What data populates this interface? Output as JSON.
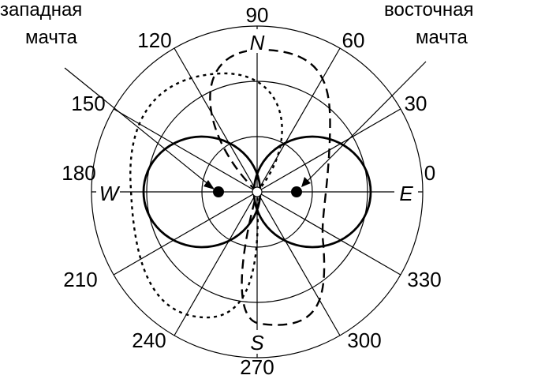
{
  "angle_labels": [
    "0",
    "30",
    "60",
    "90",
    "120",
    "150",
    "180",
    "210",
    "240",
    "270",
    "300",
    "330"
  ],
  "angles_deg": [
    0,
    30,
    60,
    90,
    120,
    150,
    180,
    210,
    240,
    270,
    300,
    330
  ],
  "cardinals": {
    "north": "N",
    "east": "E",
    "south": "S",
    "west": "W"
  },
  "masts": {
    "west": {
      "line1": "западная",
      "line2": "мачта"
    },
    "east": {
      "line1": "восточная",
      "line2": "мачта"
    }
  },
  "patterns": [
    {
      "style": "solid",
      "shape": "figure-eight",
      "orientation": "east-west"
    },
    {
      "style": "dashed",
      "shape": "offset-lobe",
      "orientation": "north-east"
    },
    {
      "style": "dotted",
      "shape": "offset-lobe",
      "orientation": "north-west"
    }
  ]
}
